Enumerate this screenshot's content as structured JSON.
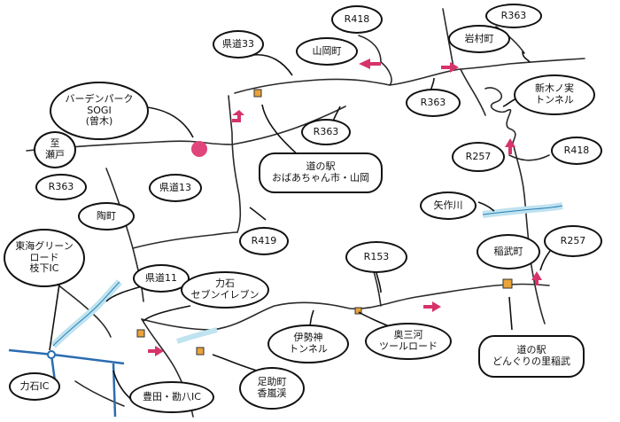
{
  "colors": {
    "road": "#2a2a2a",
    "river_fill": "#bfe3ef",
    "river_edge": "#2a7fb8",
    "highway": "#2b6cb0",
    "arrow_pink": "#d6336c",
    "marker_orange": "#e8a33a",
    "spot_pink": "#e0457b"
  },
  "labels": {
    "r418": "R418",
    "r363_top": "R363",
    "iwamura": "岩村町",
    "kendo33": "県道33",
    "yamaoka": "山岡町",
    "r363_mid": "R363",
    "shinkinoya": "新木ノ実\nトンネル",
    "garden_park": "バーデンパーク\nSOGI\n(曽木)",
    "r363_small": "R363",
    "r257_right": "R257",
    "r418_right": "R418",
    "michi_yamaoka": "道の駅\nおばあちゃん市・山岡",
    "shi_seto": "至\n瀬戸",
    "r363_left": "R363",
    "kendo13": "県道13",
    "yahagi": "矢作川",
    "tokida": "陶町",
    "r419": "R419",
    "r153": "R153",
    "inabucho": "稲武町",
    "r257_lower": "R257",
    "tokai_green": "東海グリーン\nロード\n枝下IC",
    "kendo11": "県道11",
    "sevenelv": "力石\nセブンイレブン",
    "ibuki": "伊勢神\nトンネル",
    "okusantotrcord": "奥三河\nツールロード",
    "michi_inabu": "道の駅\nどんぐりの里稲武",
    "rikiishi_ic": "力石IC",
    "asuke": "足助町\n香嵐渓",
    "toyota_ic": "豊田・勘八IC"
  }
}
